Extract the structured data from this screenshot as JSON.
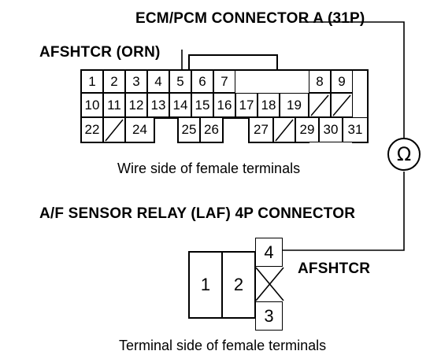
{
  "ecm_connector": {
    "title": "ECM/PCM CONNECTOR A (31P)",
    "wire_label": "AFSHTCR (ORN)",
    "caption": "Wire side of female terminals",
    "row1": [
      "1",
      "2",
      "3",
      "4",
      "5",
      "6",
      "7",
      "8",
      "9"
    ],
    "row2": [
      "10",
      "11",
      "12",
      "13",
      "14",
      "15",
      "16",
      "17",
      "18",
      "19"
    ],
    "row3": [
      "22",
      "24",
      "25",
      "26",
      "27",
      "29",
      "30",
      "31"
    ]
  },
  "meter": {
    "symbol": "Ω"
  },
  "laf_connector": {
    "title": "A/F SENSOR RELAY (LAF) 4P CONNECTOR",
    "wire_label": "AFSHTCR",
    "caption": "Terminal side of female terminals",
    "pins": [
      "1",
      "2",
      "4",
      "3"
    ]
  }
}
